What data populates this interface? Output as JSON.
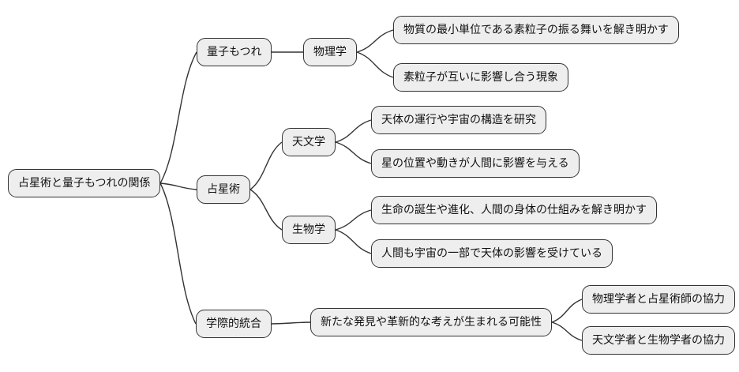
{
  "diagram": {
    "type": "mindmap",
    "colors": {
      "background": "#ffffff",
      "node_fill": "#eeeeee",
      "node_border": "#333333",
      "edge_color": "#333333",
      "text": "#111111"
    },
    "nodes": {
      "root": {
        "label": "占星術と量子もつれの関係"
      },
      "quantum": {
        "label": "量子もつれ"
      },
      "physics": {
        "label": "物理学"
      },
      "physics_detail_1": {
        "label": "物質の最小単位である素粒子の振る舞いを解き明かす"
      },
      "physics_detail_2": {
        "label": "素粒子が互いに影響し合う現象"
      },
      "astrology": {
        "label": "占星術"
      },
      "astronomy": {
        "label": "天文学"
      },
      "astronomy_detail_1": {
        "label": "天体の運行や宇宙の構造を研究"
      },
      "astronomy_detail_2": {
        "label": "星の位置や動きが人間に影響を与える"
      },
      "biology": {
        "label": "生物学"
      },
      "biology_detail_1": {
        "label": "生命の誕生や進化、人間の身体の仕組みを解き明かす"
      },
      "biology_detail_2": {
        "label": "人間も宇宙の一部で天体の影響を受けている"
      },
      "interdisciplinary": {
        "label": "学際的統合"
      },
      "possibility": {
        "label": "新たな発見や革新的な考えが生まれる可能性"
      },
      "collaboration_1": {
        "label": "物理学者と占星術師の協力"
      },
      "collaboration_2": {
        "label": "天文学者と生物学者の協力"
      }
    }
  }
}
